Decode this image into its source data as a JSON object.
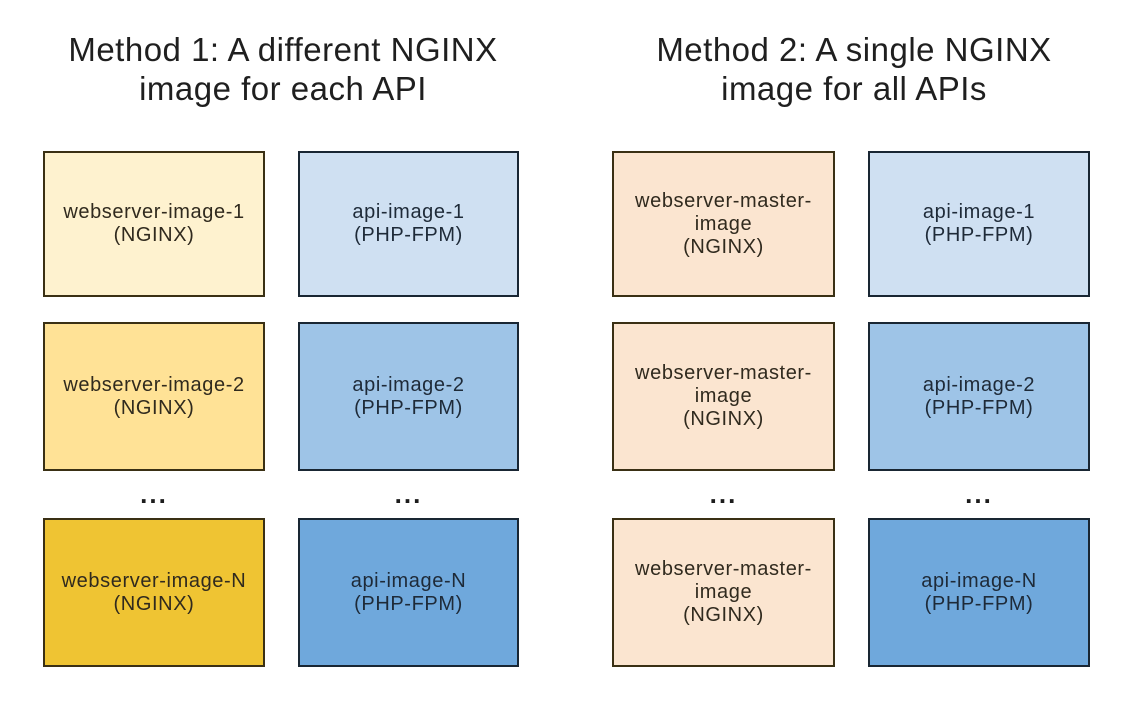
{
  "palette": {
    "yellow_light": "#FEF2CF",
    "yellow_mid": "#FFE296",
    "yellow_dark": "#EFC433",
    "blue_light": "#CFE0F2",
    "blue_mid": "#9EC4E7",
    "blue_dark": "#6FA8DC",
    "peach": "#FBE5D0",
    "border_warm": "#3A3014",
    "border_cool": "#192633",
    "text_warm": "#302A1E",
    "text_cool": "#1E2A38"
  },
  "ellipsis": "...",
  "methods": [
    {
      "title_lines": [
        "Method 1: A different NGINX",
        "image for each API"
      ],
      "rows": [
        {
          "webserver": {
            "lines": [
              "webserver-image-1",
              "(NGINX)"
            ],
            "fill": "yellow_light",
            "stroke": "border_warm",
            "ink": "text_warm"
          },
          "api": {
            "lines": [
              "api-image-1",
              "(PHP-FPM)"
            ],
            "fill": "blue_light",
            "stroke": "border_cool",
            "ink": "text_cool"
          }
        },
        {
          "webserver": {
            "lines": [
              "webserver-image-2",
              "(NGINX)"
            ],
            "fill": "yellow_mid",
            "stroke": "border_warm",
            "ink": "text_warm"
          },
          "api": {
            "lines": [
              "api-image-2",
              "(PHP-FPM)"
            ],
            "fill": "blue_mid",
            "stroke": "border_cool",
            "ink": "text_cool"
          }
        },
        {
          "webserver": {
            "lines": [
              "webserver-image-N",
              "(NGINX)"
            ],
            "fill": "yellow_dark",
            "stroke": "border_warm",
            "ink": "text_warm"
          },
          "api": {
            "lines": [
              "api-image-N",
              "(PHP-FPM)"
            ],
            "fill": "blue_dark",
            "stroke": "border_cool",
            "ink": "text_cool"
          }
        }
      ]
    },
    {
      "title_lines": [
        "Method 2: A single NGINX",
        "image for all APIs"
      ],
      "rows": [
        {
          "webserver": {
            "lines": [
              "webserver-master-",
              "image",
              "(NGINX)"
            ],
            "fill": "peach",
            "stroke": "border_warm",
            "ink": "text_warm"
          },
          "api": {
            "lines": [
              "api-image-1",
              "(PHP-FPM)"
            ],
            "fill": "blue_light",
            "stroke": "border_cool",
            "ink": "text_cool"
          }
        },
        {
          "webserver": {
            "lines": [
              "webserver-master-",
              "image",
              "(NGINX)"
            ],
            "fill": "peach",
            "stroke": "border_warm",
            "ink": "text_warm"
          },
          "api": {
            "lines": [
              "api-image-2",
              "(PHP-FPM)"
            ],
            "fill": "blue_mid",
            "stroke": "border_cool",
            "ink": "text_cool"
          }
        },
        {
          "webserver": {
            "lines": [
              "webserver-master-",
              "image",
              "(NGINX)"
            ],
            "fill": "peach",
            "stroke": "border_warm",
            "ink": "text_warm"
          },
          "api": {
            "lines": [
              "api-image-N",
              "(PHP-FPM)"
            ],
            "fill": "blue_dark",
            "stroke": "border_cool",
            "ink": "text_cool"
          }
        }
      ]
    }
  ]
}
